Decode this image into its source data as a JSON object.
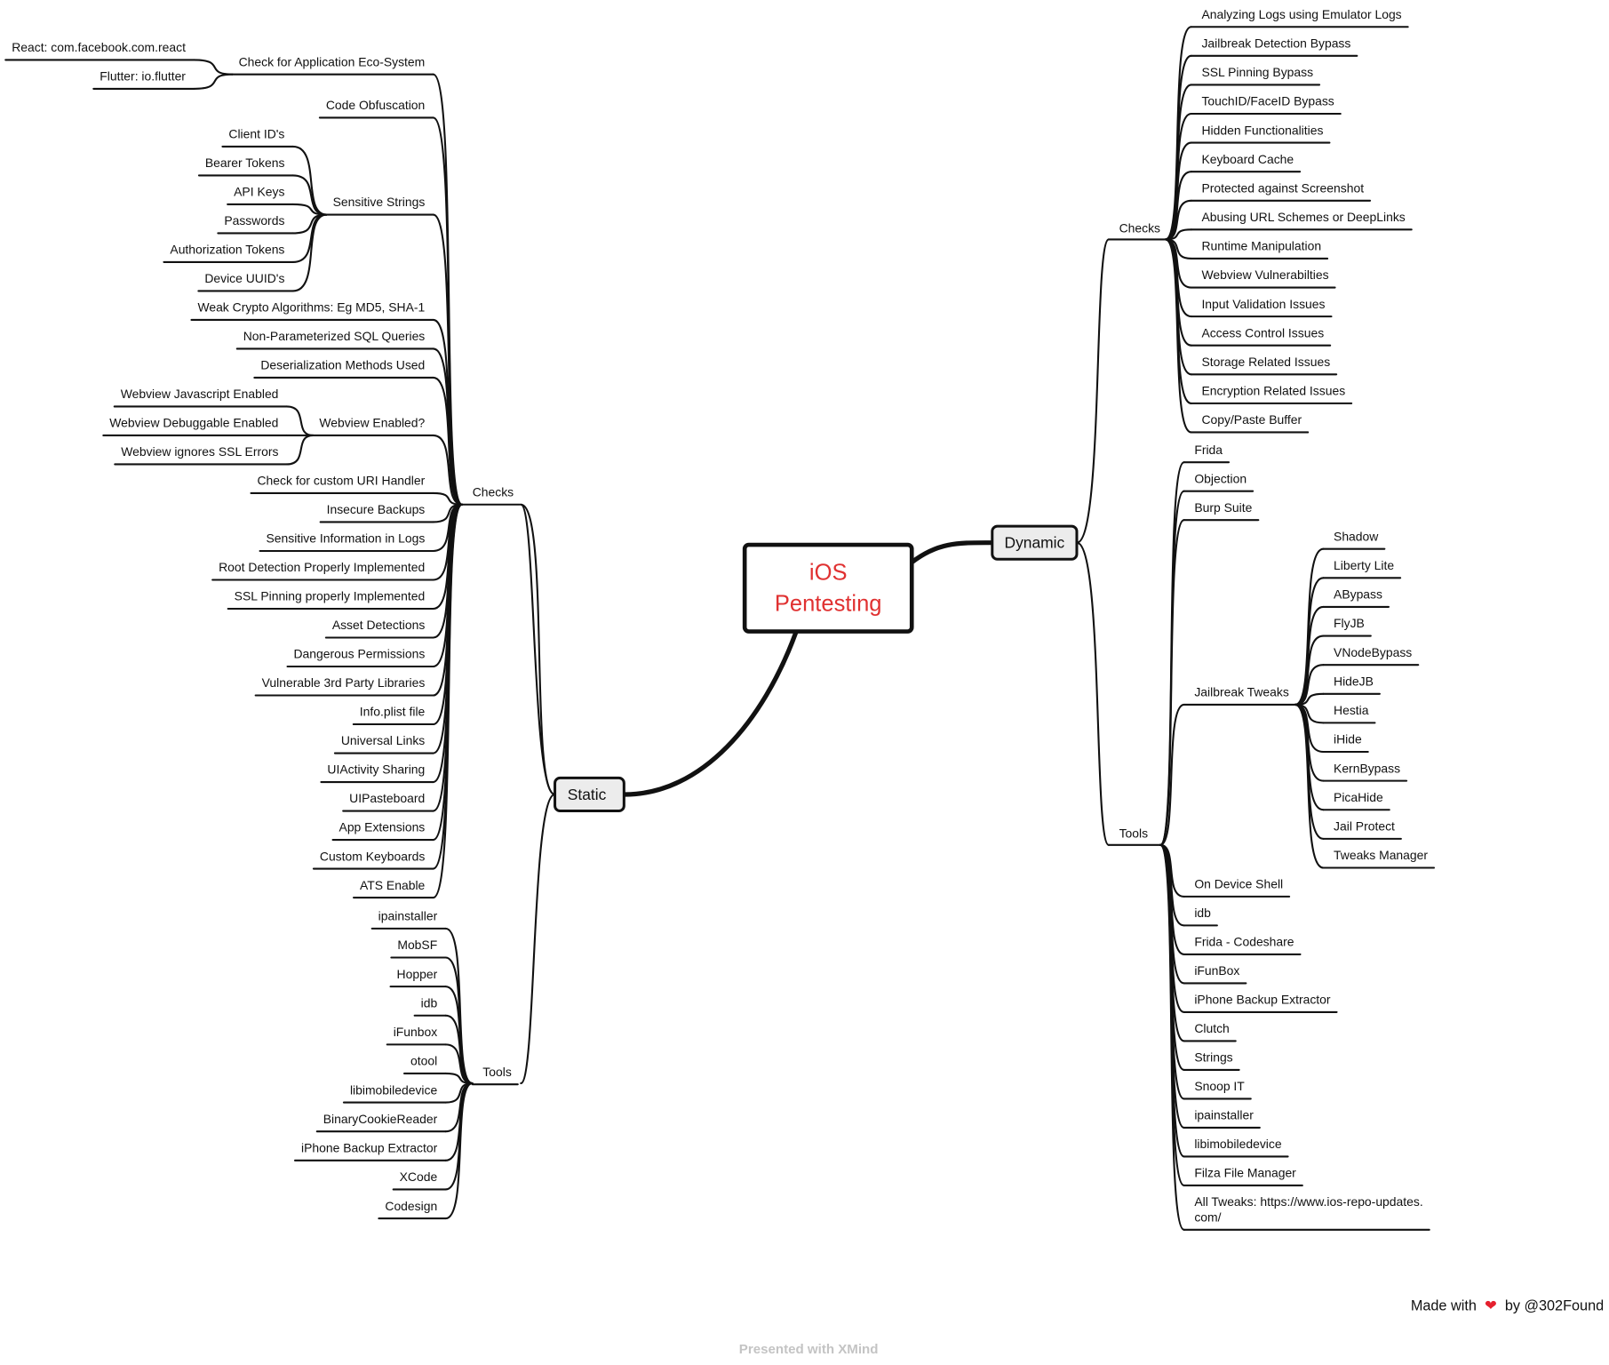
{
  "title": {
    "line1": "iOS",
    "line2": "Pentesting"
  },
  "static": {
    "label": "Static",
    "checks": {
      "label": "Checks",
      "items": [
        {
          "label": "Check for Application Eco-System",
          "children": [
            "React: com.facebook.com.react",
            "Flutter: io.flutter"
          ]
        },
        {
          "label": "Code Obfuscation"
        },
        {
          "label": "Sensitive Strings",
          "children": [
            "Client ID's",
            "Bearer Tokens",
            "API Keys",
            "Passwords",
            "Authorization Tokens",
            "Device UUID's"
          ]
        },
        {
          "label": "Weak Crypto Algorithms: Eg MD5, SHA-1"
        },
        {
          "label": "Non-Parameterized SQL Queries"
        },
        {
          "label": "Deserialization Methods Used"
        },
        {
          "label": "Webview Enabled?",
          "children": [
            "Webview Javascript Enabled",
            "Webview Debuggable Enabled",
            "Webview ignores SSL Errors"
          ]
        },
        {
          "label": "Check for custom URI Handler"
        },
        {
          "label": "Insecure Backups"
        },
        {
          "label": "Sensitive Information in Logs"
        },
        {
          "label": "Root Detection Properly Implemented"
        },
        {
          "label": "SSL Pinning properly Implemented"
        },
        {
          "label": "Asset Detections"
        },
        {
          "label": "Dangerous Permissions"
        },
        {
          "label": "Vulnerable 3rd Party Libraries"
        },
        {
          "label": "Info.plist file"
        },
        {
          "label": "Universal Links"
        },
        {
          "label": "UIActivity Sharing"
        },
        {
          "label": "UIPasteboard"
        },
        {
          "label": "App Extensions"
        },
        {
          "label": "Custom Keyboards"
        },
        {
          "label": "ATS Enable"
        }
      ]
    },
    "tools": {
      "label": "Tools",
      "items": [
        "ipainstaller",
        "MobSF",
        "Hopper",
        "idb",
        "iFunbox",
        "otool",
        "libimobiledevice",
        "BinaryCookieReader",
        "iPhone Backup Extractor",
        "XCode",
        "Codesign"
      ]
    }
  },
  "dynamic": {
    "label": "Dynamic",
    "checks": {
      "label": "Checks",
      "items": [
        "Analyzing Logs using Emulator Logs",
        "Jailbreak Detection Bypass",
        "SSL Pinning Bypass",
        "TouchID/FaceID Bypass",
        "Hidden Functionalities",
        "Keyboard Cache",
        "Protected against Screenshot",
        "Abusing URL Schemes or DeepLinks",
        "Runtime Manipulation",
        "Webview Vulnerabilties",
        "Input Validation Issues",
        "Access Control Issues",
        "Storage Related Issues",
        "Encryption Related Issues",
        "Copy/Paste Buffer"
      ]
    },
    "tools": {
      "label": "Tools",
      "items": [
        {
          "label": "Frida"
        },
        {
          "label": "Objection"
        },
        {
          "label": "Burp Suite"
        },
        {
          "label": "Jailbreak Tweaks",
          "children": [
            "Shadow",
            "Liberty Lite",
            "ABypass",
            "FlyJB",
            "VNodeBypass",
            "HideJB",
            "Hestia",
            "iHide",
            "KernBypass",
            "PicaHide",
            "Jail Protect",
            "Tweaks Manager"
          ]
        },
        {
          "label": "On Device Shell"
        },
        {
          "label": "idb"
        },
        {
          "label": "Frida - Codeshare"
        },
        {
          "label": "iFunBox"
        },
        {
          "label": "iPhone Backup Extractor"
        },
        {
          "label": "Clutch"
        },
        {
          "label": "Strings"
        },
        {
          "label": "Snoop IT"
        },
        {
          "label": "ipainstaller"
        },
        {
          "label": "libimobiledevice"
        },
        {
          "label": "Filza File Manager"
        },
        {
          "label": "All Tweaks: https://www.ios-repo-updates.com/"
        }
      ]
    }
  },
  "footer": {
    "made_with": "Made with",
    "heart": "❤",
    "by": "by @302Found",
    "presented": "Presented with XMind"
  },
  "colors": {
    "title": "#e03131",
    "line": "#111111",
    "node_fill": "#ececec",
    "heart": "#e5202e"
  }
}
